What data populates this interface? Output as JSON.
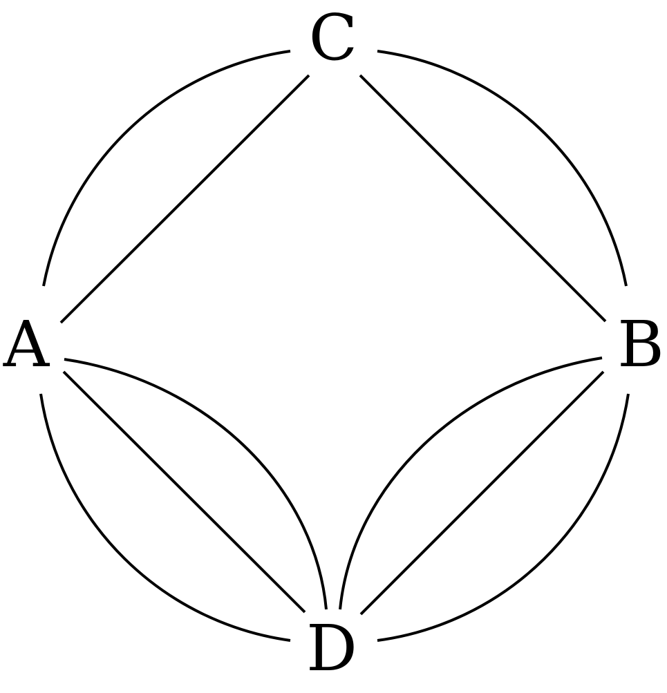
{
  "nodes": {
    "A": {
      "label": "A"
    },
    "B": {
      "label": "B"
    },
    "C": {
      "label": "C"
    },
    "D": {
      "label": "D"
    }
  },
  "edges": [
    {
      "from": "A",
      "to": "C",
      "kind": "straight"
    },
    {
      "from": "A",
      "to": "C",
      "kind": "arc"
    },
    {
      "from": "C",
      "to": "B",
      "kind": "straight"
    },
    {
      "from": "C",
      "to": "B",
      "kind": "arc"
    },
    {
      "from": "A",
      "to": "D",
      "kind": "straight"
    },
    {
      "from": "A",
      "to": "D",
      "kind": "arc"
    },
    {
      "from": "A",
      "to": "D",
      "kind": "arc"
    },
    {
      "from": "B",
      "to": "D",
      "kind": "straight"
    },
    {
      "from": "B",
      "to": "D",
      "kind": "arc"
    },
    {
      "from": "B",
      "to": "D",
      "kind": "arc"
    }
  ],
  "colors": {
    "stroke": "#000000",
    "background": "#ffffff"
  }
}
